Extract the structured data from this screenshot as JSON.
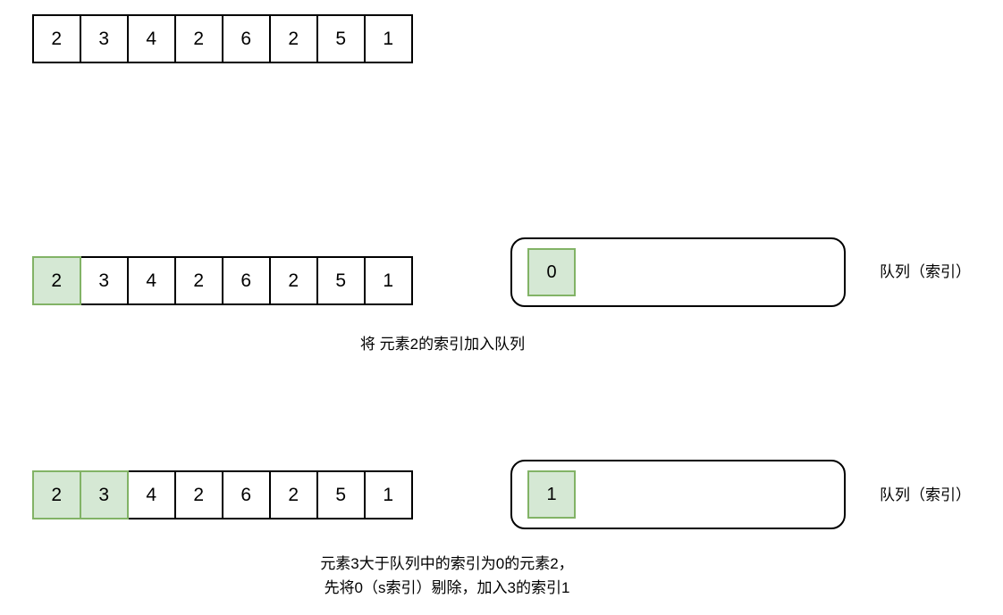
{
  "diagram": {
    "title": "Monotonic queue (sliding window maximum) illustration",
    "colors": {
      "highlight_fill": "#d5e8d4",
      "highlight_stroke": "#82b366",
      "cell_stroke": "#000000",
      "background": "#ffffff"
    },
    "steps": [
      {
        "id": "step-0",
        "array": {
          "values": [
            "2",
            "3",
            "4",
            "2",
            "6",
            "2",
            "5",
            "1"
          ],
          "highlighted": []
        },
        "queue": null,
        "queue_label": null,
        "caption": null
      },
      {
        "id": "step-1",
        "array": {
          "values": [
            "2",
            "3",
            "4",
            "2",
            "6",
            "2",
            "5",
            "1"
          ],
          "highlighted": [
            0
          ]
        },
        "queue": {
          "items": [
            "0"
          ]
        },
        "queue_label": "队列（索引）",
        "caption": [
          "将 元素2的索引加入队列"
        ]
      },
      {
        "id": "step-2",
        "array": {
          "values": [
            "2",
            "3",
            "4",
            "2",
            "6",
            "2",
            "5",
            "1"
          ],
          "highlighted": [
            0,
            1
          ]
        },
        "queue": {
          "items": [
            "1"
          ]
        },
        "queue_label": "队列（索引）",
        "caption": [
          "元素3大于队列中的索引为0的元素2，",
          "先将0（s索引）剔除，加入3的索引1"
        ]
      }
    ]
  }
}
